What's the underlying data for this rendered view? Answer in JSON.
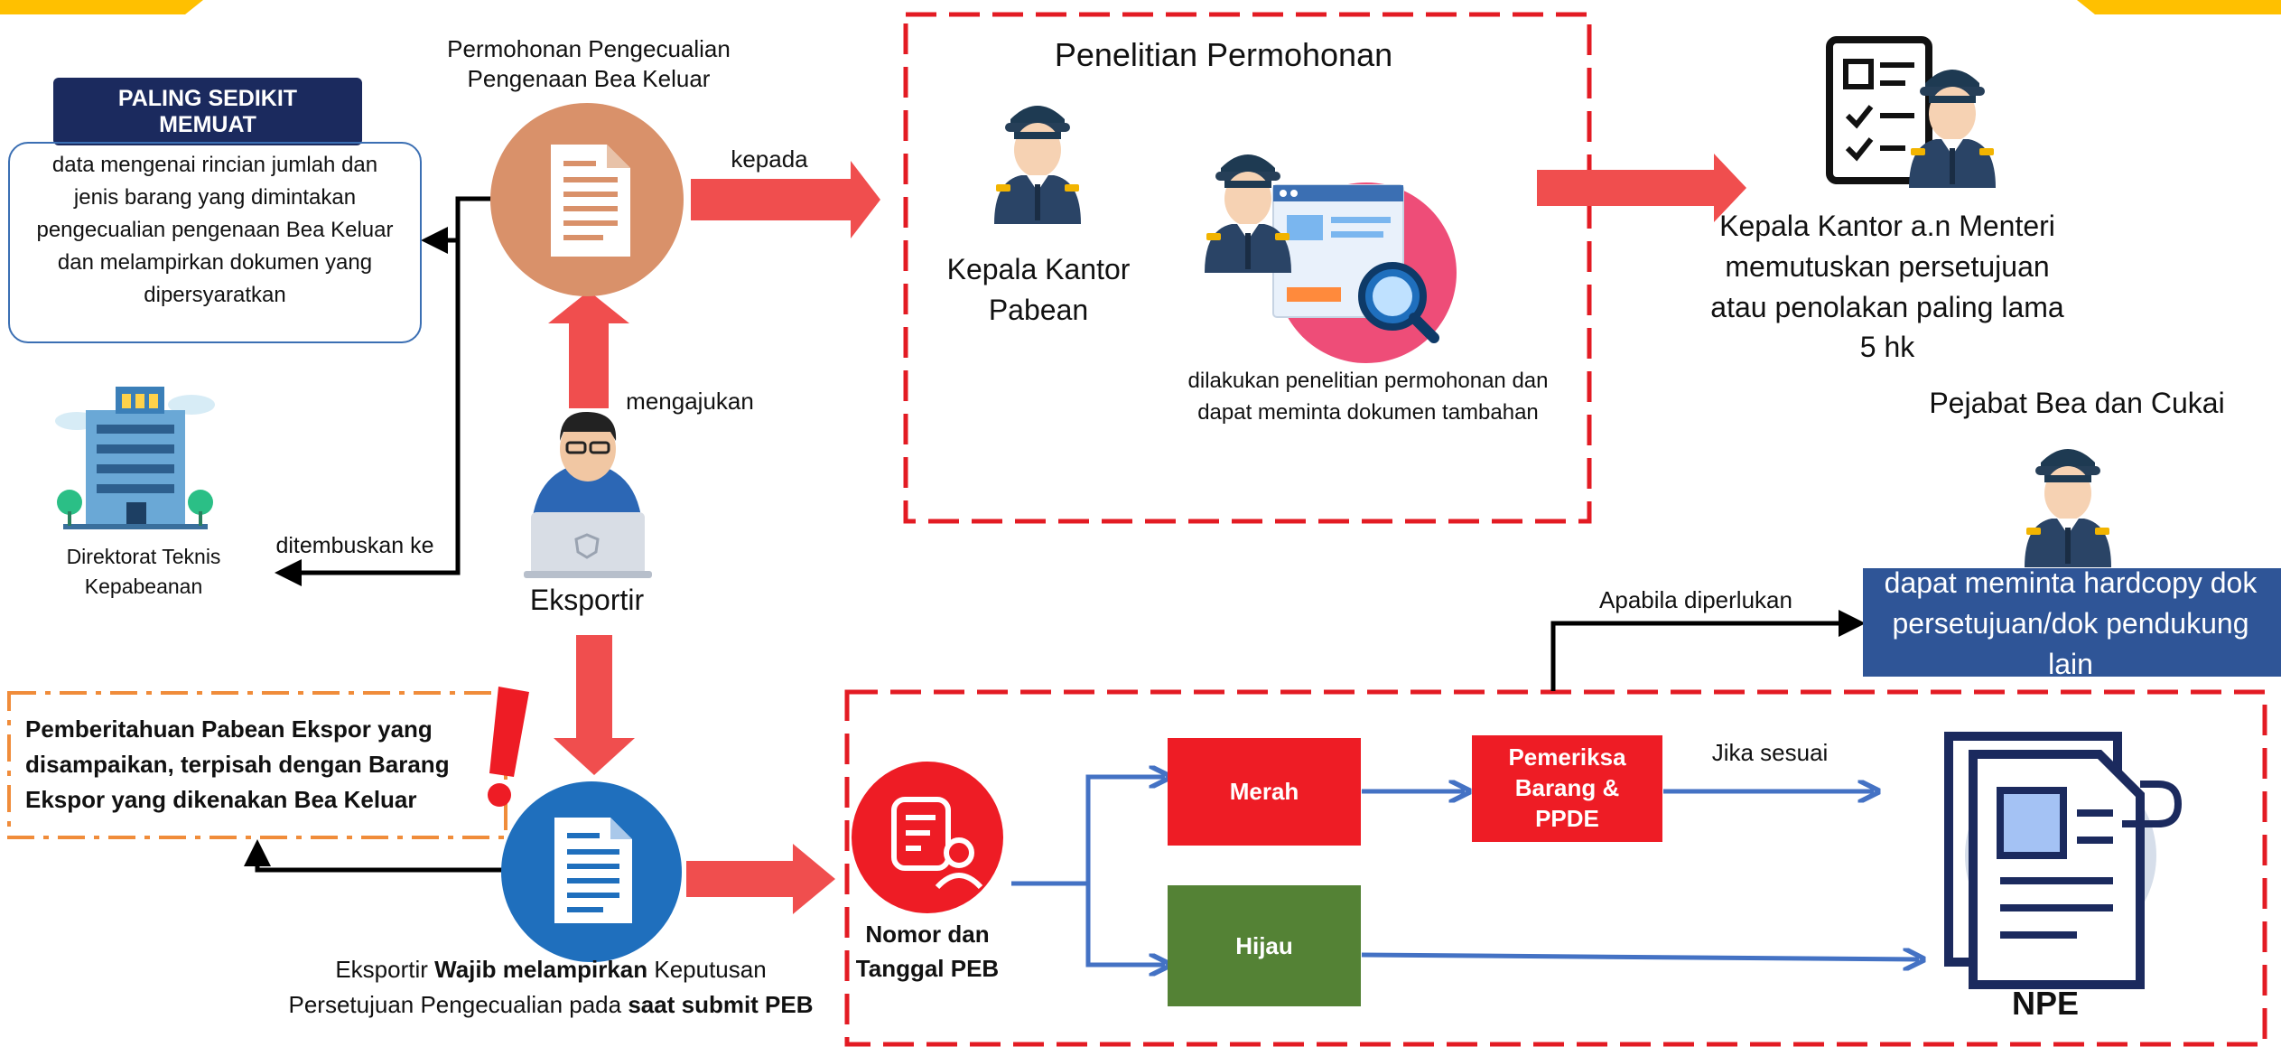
{
  "request": {
    "title": "Permohonan Pengecualian Pengenaan Bea Keluar",
    "min_content_badge": "PALING SEDIKIT MEMUAT",
    "min_content_text": "data mengenai rincian jumlah dan jenis barang yang dimintakan pengecualian pengenaan Bea Keluar dan melampirkan dokumen yang dipersyaratkan",
    "to_label": "kepada",
    "submit_label": "mengajukan",
    "cc_label": "ditembuskan ke"
  },
  "directorate": {
    "name": "Direktorat Teknis Kepabeanan"
  },
  "exporter": {
    "name": "Eksportir"
  },
  "research": {
    "title": "Penelitian Permohonan",
    "office_head": "Kepala Kantor Pabean",
    "note": "dilakukan penelitian permohonan dan dapat meminta dokumen tambahan"
  },
  "decision": {
    "text": "Kepala Kantor a.n Menteri memutuskan persetujuan atau penolakan paling lama 5 hk"
  },
  "officer": {
    "title": "Pejabat Bea dan Cukai",
    "if_needed": "Apabila diperlukan",
    "hardcopy_note": "dapat meminta hardcopy dok persetujuan/dok pendukung lain"
  },
  "peb_note": "Pemberitahuan Pabean Ekspor yang disampaikan, terpisah dengan Barang Ekspor yang dikenakan Bea Keluar",
  "exporter_obligation": {
    "p1": "Eksportir ",
    "p1_bold": "Wajib melampirkan",
    "p2": " Keputusan",
    "p3": "Persetujuan Pengecualian pada ",
    "p3_bold": "saat submit PEB"
  },
  "peb": {
    "label": "Nomor dan Tanggal PEB"
  },
  "lanes": {
    "red": "Merah",
    "green": "Hijau",
    "inspection": "Pemeriksa Barang & PPDE",
    "if_ok": "Jika sesuai"
  },
  "npe": {
    "label": "NPE"
  },
  "colors": {
    "arrow_red": "#f04e4e",
    "dashed_red": "#e31b23",
    "dashed_orange": "#f08c3a",
    "navy": "#1b2a5e",
    "hardcopy_blue": "#2f5597",
    "lane_red": "#ee1c25",
    "lane_green": "#548235",
    "flow_blue": "#4472c4",
    "tan_circle": "#d9916a",
    "doc_blue_circle": "#1f6fbd",
    "yellow_corner": "#ffc000"
  }
}
